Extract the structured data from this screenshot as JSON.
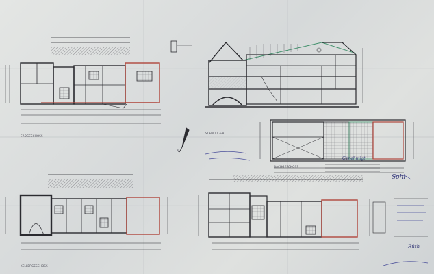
{
  "labels": {
    "ground_floor": "ERDGESCHOSS",
    "section": "SCHNITT A-A",
    "roof_floor": "DACHGESCHOSS",
    "basement": "KELLERGESCHOSS",
    "north_arrow": "N"
  },
  "title_block": {
    "caption": "Genehmigt",
    "signature_1": "Sohl",
    "signature_2": "Rüth"
  },
  "colors": {
    "ink": "#2b2b30",
    "wall_red": "#b0463c",
    "hatch": "#6a6a70",
    "pencil_blue": "#4a4f9a",
    "green_edit": "#3f8f6a"
  }
}
